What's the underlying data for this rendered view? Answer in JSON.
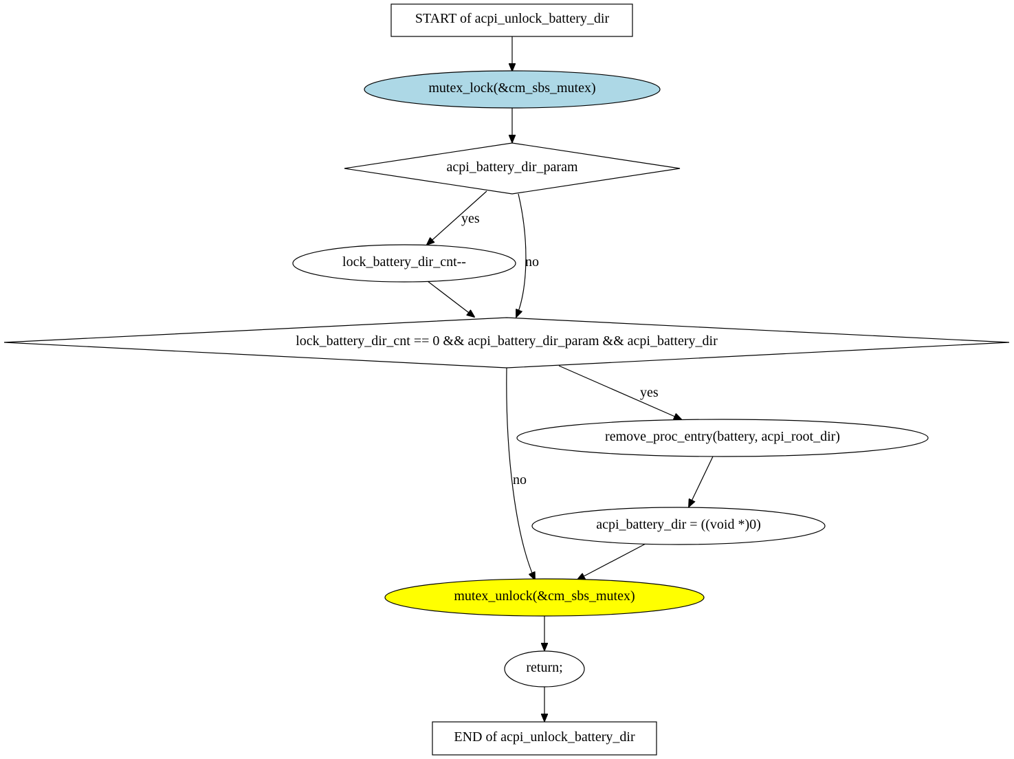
{
  "colors": {
    "mutex_lock_fill": "#add8e6",
    "mutex_unlock_fill": "#ffff00",
    "default_fill": "#ffffff",
    "stroke": "#000000"
  },
  "nodes": {
    "start": "START of acpi_unlock_battery_dir",
    "mutex_lock": "mutex_lock(&cm_sbs_mutex)",
    "cond_param": "acpi_battery_dir_param",
    "dec_cnt": "lock_battery_dir_cnt--",
    "cond_all": "lock_battery_dir_cnt == 0 && acpi_battery_dir_param && acpi_battery_dir",
    "remove_proc": "remove_proc_entry(battery, acpi_root_dir)",
    "set_null": "acpi_battery_dir = ((void *)0)",
    "mutex_unlock": "mutex_unlock(&cm_sbs_mutex)",
    "return_stmt": "return;",
    "end": "END of acpi_unlock_battery_dir"
  },
  "edge_labels": {
    "param_yes": "yes",
    "param_no": "no",
    "all_yes": "yes",
    "all_no": "no"
  }
}
